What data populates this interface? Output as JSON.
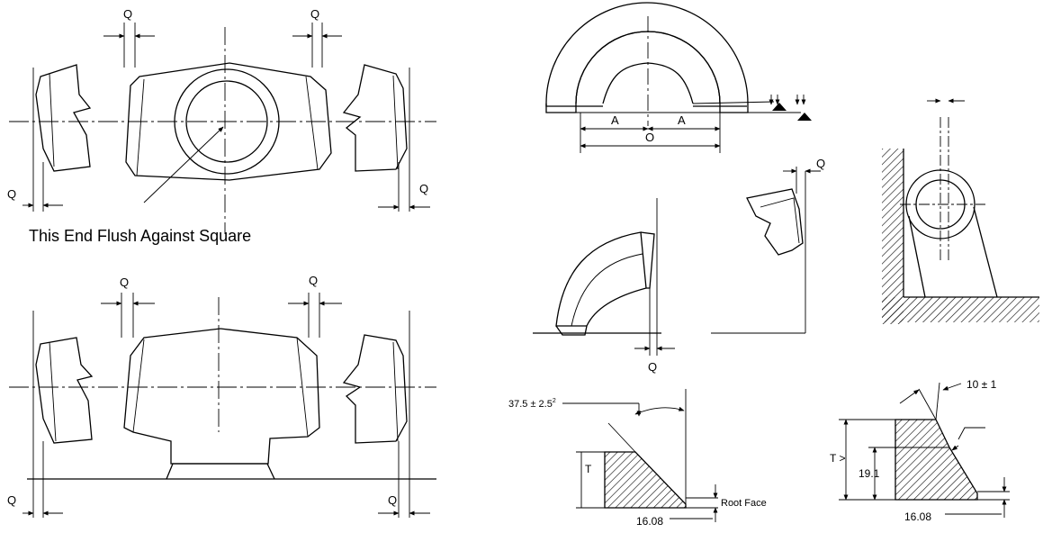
{
  "labels": {
    "q": "Q",
    "a": "A",
    "o": "O",
    "flush_caption": "This End Flush Against Square",
    "bevel_angle": "37.5 ± 2.5",
    "bevel_angle_sup": "2",
    "root_face": "Root Face",
    "t": "T",
    "t_greater": "T >",
    "land_16_08": "16.08",
    "thickness_19_1": "19.1",
    "angle_10_1": "10 ± 1"
  },
  "colors": {
    "ink": "#000000",
    "background": "#ffffff"
  }
}
